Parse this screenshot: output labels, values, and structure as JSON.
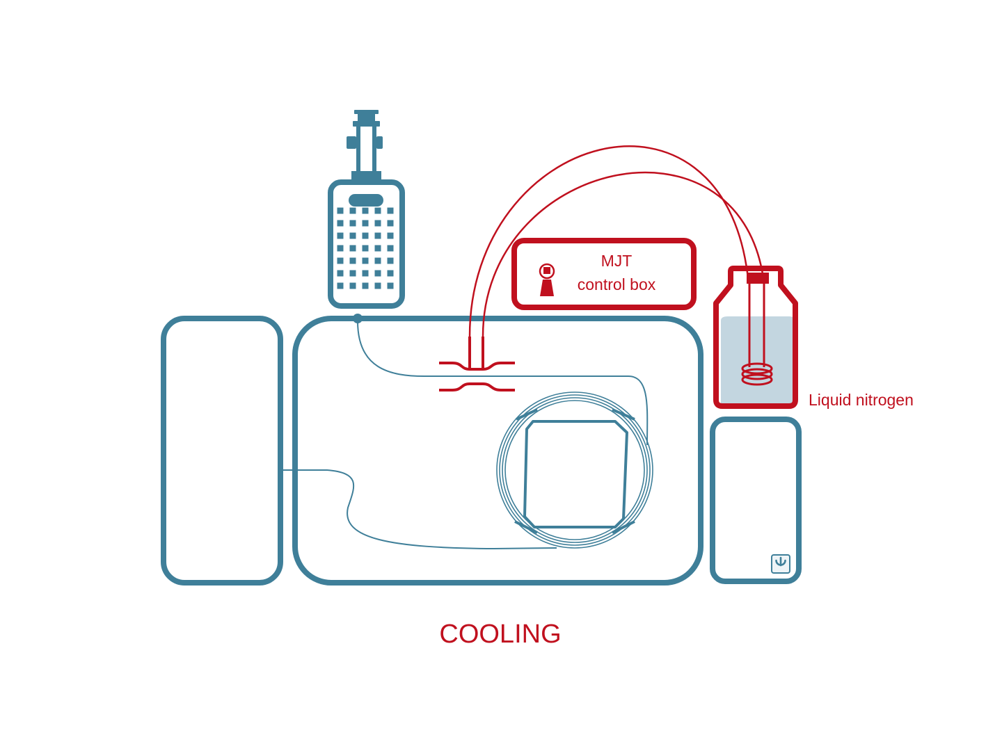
{
  "colors": {
    "instrument": "#3f7f99",
    "mjt": "#c0101e",
    "nitrogen_fill": "#c3d6e0",
    "background": "#ffffff"
  },
  "labels": {
    "mjt_line1": "MJT",
    "mjt_line2": "control box",
    "liquid_nitrogen": "Liquid nitrogen",
    "status": "COOLING"
  },
  "icons": [
    "valve-icon",
    "power-icon",
    "injector-icon",
    "column-coil-icon",
    "dewar-icon",
    "cooling-coil-icon"
  ]
}
